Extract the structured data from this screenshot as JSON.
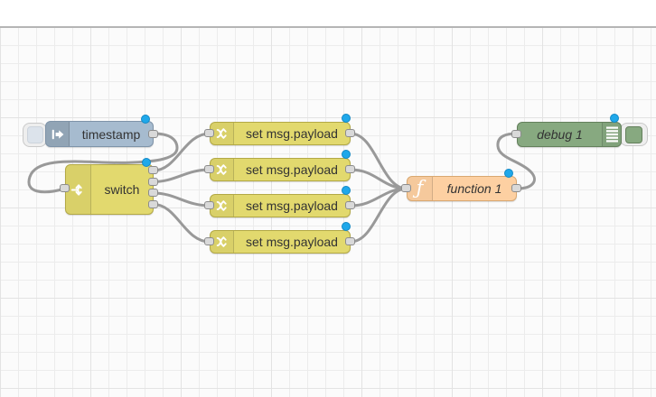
{
  "app": "flow-editor",
  "canvas": {
    "background": "#fbfbfb",
    "grid_minor_color": "#ececec",
    "grid_major_color": "#e3e3e3",
    "wire_color": "#999999",
    "port_color": "#d9d9d9",
    "changed_indicator_color": "#1fa8ea",
    "header_divider_color": "#b5b5b5"
  },
  "nodes": [
    {
      "id": "inject",
      "type": "inject",
      "label": "timestamp",
      "color": "#a6bbcf",
      "icon": "inject-arrow-icon",
      "inputs": 0,
      "outputs": 1,
      "changed": true
    },
    {
      "id": "switch",
      "type": "switch",
      "label": "switch",
      "color": "#e2d96e",
      "icon": "fork-icon",
      "inputs": 1,
      "outputs": 4,
      "changed": true
    },
    {
      "id": "change1",
      "type": "change",
      "label": "set msg.payload",
      "color": "#e2d96e",
      "icon": "shuffle-icon",
      "inputs": 1,
      "outputs": 1,
      "changed": true
    },
    {
      "id": "change2",
      "type": "change",
      "label": "set msg.payload",
      "color": "#e2d96e",
      "icon": "shuffle-icon",
      "inputs": 1,
      "outputs": 1,
      "changed": true
    },
    {
      "id": "change3",
      "type": "change",
      "label": "set msg.payload",
      "color": "#e2d96e",
      "icon": "shuffle-icon",
      "inputs": 1,
      "outputs": 1,
      "changed": true
    },
    {
      "id": "change4",
      "type": "change",
      "label": "set msg.payload",
      "color": "#e2d96e",
      "icon": "shuffle-icon",
      "inputs": 1,
      "outputs": 1,
      "changed": true
    },
    {
      "id": "function",
      "type": "function",
      "label": "function 1",
      "color": "#fdd0a2",
      "icon": "function-icon",
      "inputs": 1,
      "outputs": 1,
      "changed": true
    },
    {
      "id": "debug",
      "type": "debug",
      "label": "debug 1",
      "color": "#87a980",
      "icon": "debug-list-icon",
      "inputs": 1,
      "outputs": 0,
      "changed": true
    }
  ],
  "wires": [
    {
      "from": "inject",
      "to": "switch"
    },
    {
      "from": "switch:1",
      "to": "change1"
    },
    {
      "from": "switch:2",
      "to": "change2"
    },
    {
      "from": "switch:3",
      "to": "change3"
    },
    {
      "from": "switch:4",
      "to": "change4"
    },
    {
      "from": "change1",
      "to": "function"
    },
    {
      "from": "change2",
      "to": "function"
    },
    {
      "from": "change3",
      "to": "function"
    },
    {
      "from": "change4",
      "to": "function"
    },
    {
      "from": "function",
      "to": "debug"
    }
  ]
}
